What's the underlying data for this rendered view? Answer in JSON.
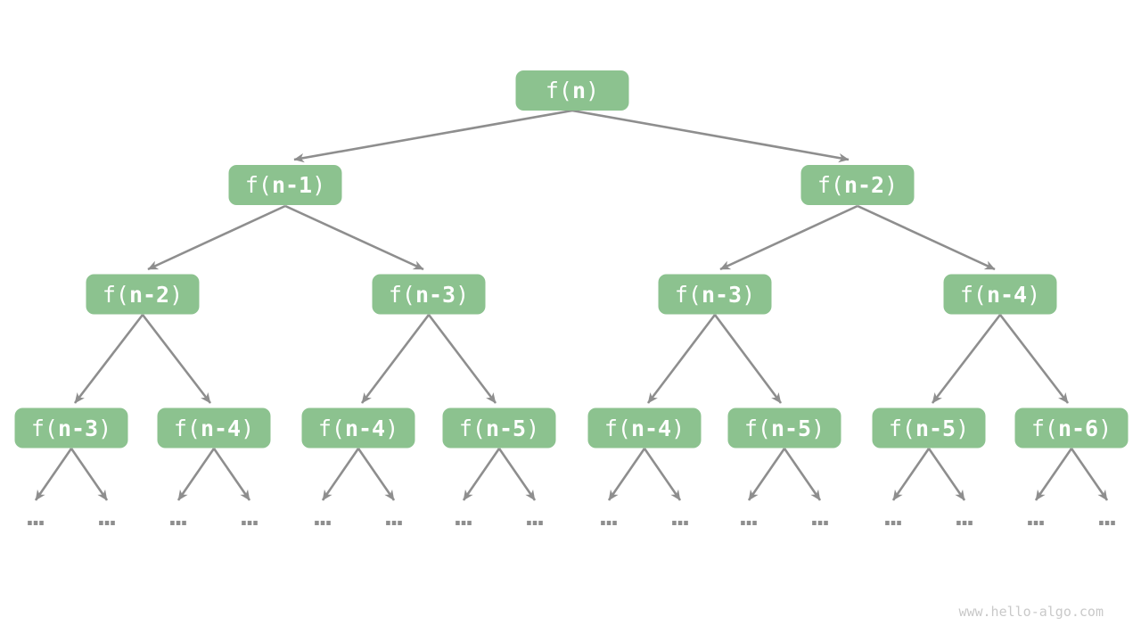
{
  "diagram_type": "recursion-tree",
  "colors": {
    "node_fill": "#8cc28f",
    "node_text": "#ffffff",
    "edge": "#8e8e8e",
    "watermark_text": "#c9c9c9",
    "background": "#ffffff"
  },
  "tree": {
    "levels": [
      {
        "nodes": [
          {
            "prefix": "f(",
            "arg": "n",
            "suffix": ")"
          }
        ]
      },
      {
        "nodes": [
          {
            "prefix": "f(",
            "arg": "n-1",
            "suffix": ")"
          },
          {
            "prefix": "f(",
            "arg": "n-2",
            "suffix": ")"
          }
        ]
      },
      {
        "nodes": [
          {
            "prefix": "f(",
            "arg": "n-2",
            "suffix": ")"
          },
          {
            "prefix": "f(",
            "arg": "n-3",
            "suffix": ")"
          },
          {
            "prefix": "f(",
            "arg": "n-3",
            "suffix": ")"
          },
          {
            "prefix": "f(",
            "arg": "n-4",
            "suffix": ")"
          }
        ]
      },
      {
        "nodes": [
          {
            "prefix": "f(",
            "arg": "n-3",
            "suffix": ")"
          },
          {
            "prefix": "f(",
            "arg": "n-4",
            "suffix": ")"
          },
          {
            "prefix": "f(",
            "arg": "n-4",
            "suffix": ")"
          },
          {
            "prefix": "f(",
            "arg": "n-5",
            "suffix": ")"
          },
          {
            "prefix": "f(",
            "arg": "n-4",
            "suffix": ")"
          },
          {
            "prefix": "f(",
            "arg": "n-5",
            "suffix": ")"
          },
          {
            "prefix": "f(",
            "arg": "n-5",
            "suffix": ")"
          },
          {
            "prefix": "f(",
            "arg": "n-6",
            "suffix": ")"
          }
        ]
      }
    ]
  },
  "ellipsis": "...",
  "watermark": "www.hello-algo.com"
}
